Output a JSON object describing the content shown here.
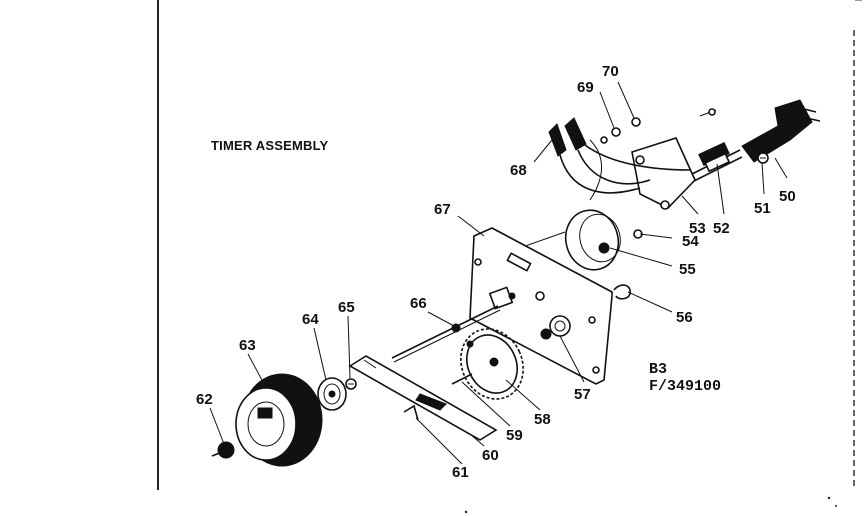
{
  "diagram": {
    "title": "TIMER ASSEMBLY",
    "code_line1": "B3",
    "code_line2": "F/349100",
    "callouts": [
      {
        "id": "c50",
        "label": "50"
      },
      {
        "id": "c51",
        "label": "51"
      },
      {
        "id": "c52",
        "label": "52"
      },
      {
        "id": "c53",
        "label": "53"
      },
      {
        "id": "c54",
        "label": "54"
      },
      {
        "id": "c55",
        "label": "55"
      },
      {
        "id": "c56",
        "label": "56"
      },
      {
        "id": "c57",
        "label": "57"
      },
      {
        "id": "c58",
        "label": "58"
      },
      {
        "id": "c59",
        "label": "59"
      },
      {
        "id": "c60",
        "label": "60"
      },
      {
        "id": "c61",
        "label": "61"
      },
      {
        "id": "c62",
        "label": "62"
      },
      {
        "id": "c63",
        "label": "63"
      },
      {
        "id": "c64",
        "label": "64"
      },
      {
        "id": "c65",
        "label": "65"
      },
      {
        "id": "c66",
        "label": "66"
      },
      {
        "id": "c67",
        "label": "67"
      },
      {
        "id": "c68",
        "label": "68"
      },
      {
        "id": "c69",
        "label": "69"
      },
      {
        "id": "c70",
        "label": "70"
      }
    ]
  }
}
